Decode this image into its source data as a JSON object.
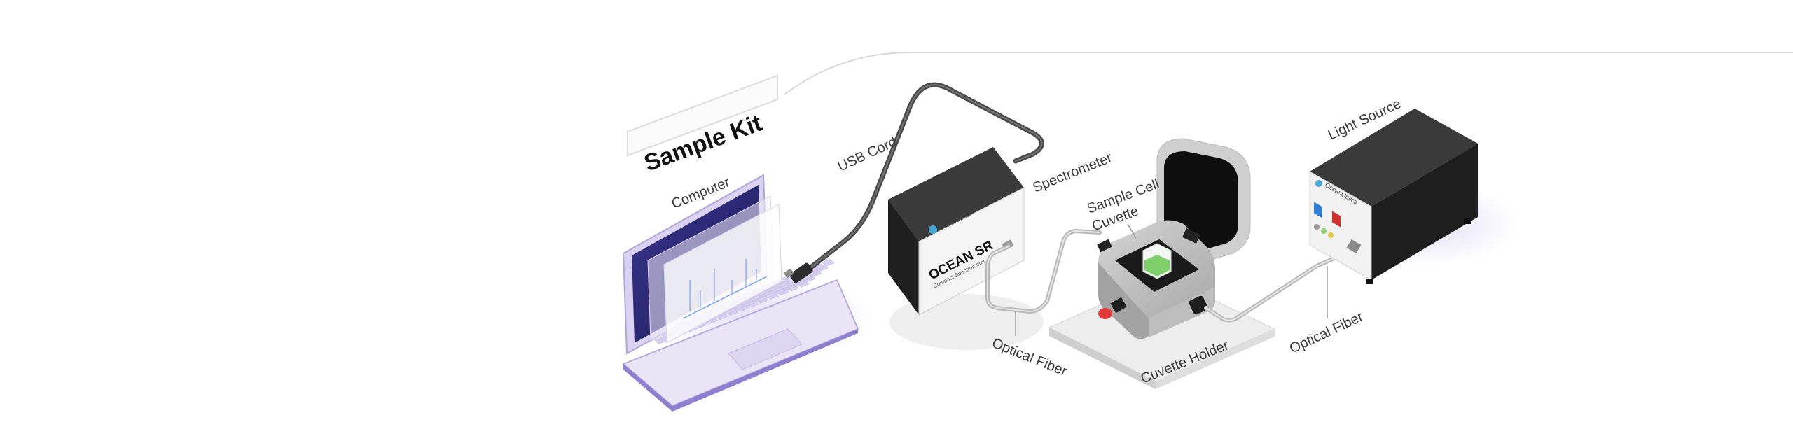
{
  "title": "Sample Kit",
  "labels": {
    "computer": "Computer",
    "usb_cord": "USB Cord",
    "spectrometer": "Spectrometer",
    "sample_cell_line1": "Sample Cell",
    "sample_cell_line2": "Cuvette",
    "light_source": "Light Source",
    "optical_fiber_left": "Optical Fiber",
    "cuvette_holder": "Cuvette Holder",
    "optical_fiber_right": "Optical Fiber"
  },
  "spectrometer_face": {
    "brand": "OceanOptics",
    "model": "OCEAN SR",
    "subtitle": "Compact Spectrometer"
  },
  "light_source_face": {
    "brand": "OceanOptics"
  },
  "colors": {
    "laptop_body": "#e7e2f4",
    "laptop_screen": "#2e2a6e",
    "device_dark": "#2d2d2d",
    "cable": "#4a4a4a",
    "fiber": "#b9b9b9",
    "cap_red": "#e33b3b",
    "cuvette_green": "#7fcf6a",
    "button_blue": "#2f7fd6",
    "button_red": "#d62f2f"
  }
}
